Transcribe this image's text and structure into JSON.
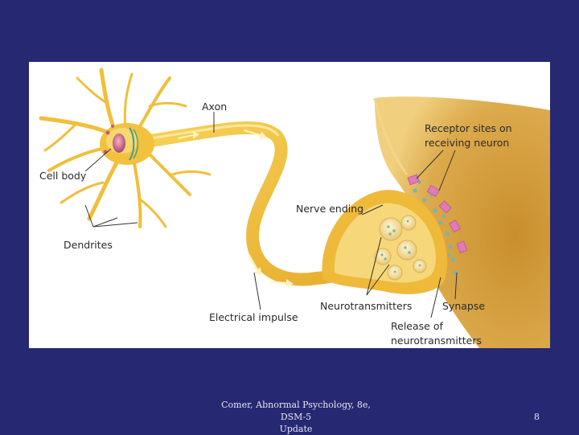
{
  "diagram": {
    "labels": {
      "axon": "Axon",
      "cell_body": "Cell body",
      "dendrites": "Dendrites",
      "receptor_line1": "Receptor sites on",
      "receptor_line2": "receiving neuron",
      "nerve_ending": "Nerve ending",
      "electrical_impulse": "Electrical impulse",
      "neurotransmitters": "Neurotransmitters",
      "synapse": "Synapse",
      "release_line1": "Release of",
      "release_line2": "neurotransmitters"
    },
    "colors": {
      "background": "#272872",
      "neuron": "#f2c23f",
      "neuron_dark": "#d69a1e",
      "receiving_neuron": "#d9a13a",
      "nucleus": "#c7577a",
      "receptor": "#e07ab8",
      "vesicle": "#f4dc92"
    }
  },
  "footer": {
    "citation_line1": "Comer, Abnormal Psychology, 8e, DSM-5",
    "citation_line2": "Update",
    "page_number": "8"
  }
}
